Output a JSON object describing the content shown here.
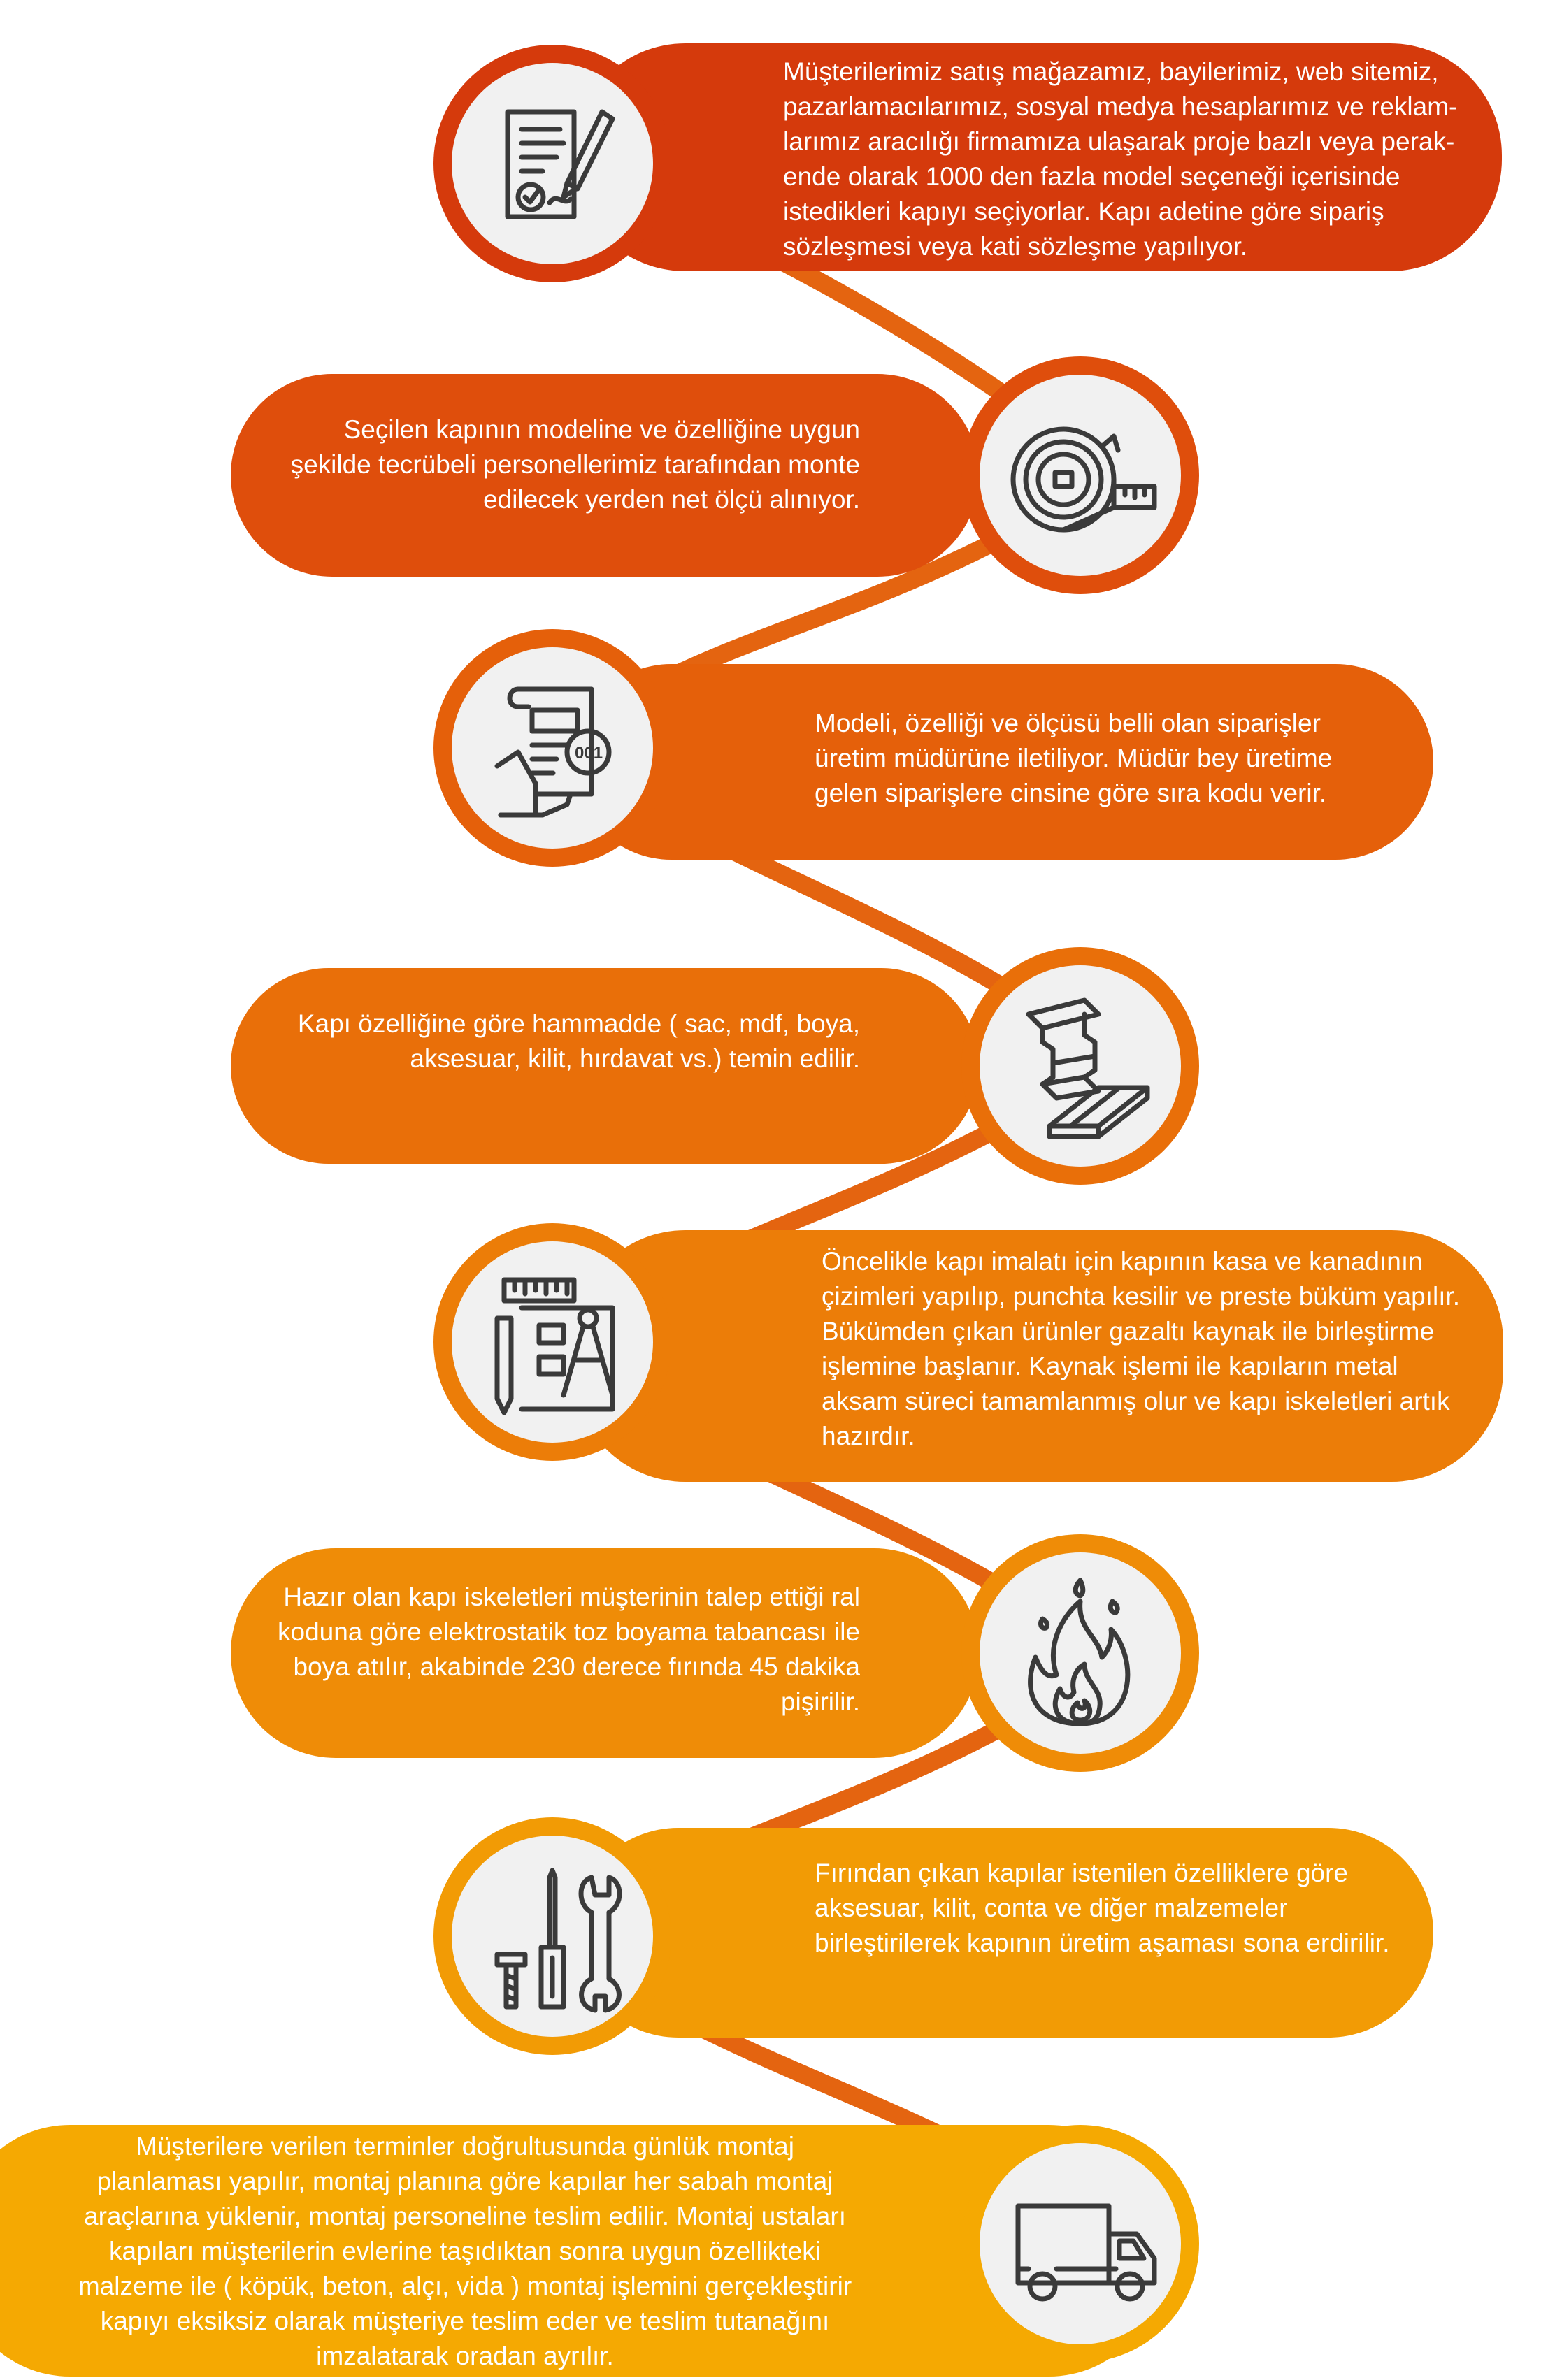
{
  "colors": {
    "step1": "#d53a0c",
    "step2": "#df4e0c",
    "step3": "#e5600a",
    "step4": "#e96f09",
    "step5": "#ec7d08",
    "step6": "#ef8c07",
    "step7": "#f29b05",
    "step8": "#f5a902",
    "node_fill": "#f1f1f1",
    "icon_stroke": "#3a3a3a"
  },
  "steps": [
    {
      "icon": "contract-signing-icon",
      "text": "Müşterilerimiz satış mağazamız, bayilerimiz, web sitemiz, pazarlamacılarımız, sosyal medya hesaplarımız ve reklam-larımız aracılığı firmamıza ulaşarak proje bazlı veya perak-ende olarak 1000 den fazla model seçeneği içerisinde istedikleri kapıyı seçiyorlar. Kapı adetine göre sipariş sözleşmesi veya kati sözleşme yapılıyor."
    },
    {
      "icon": "tape-measure-icon",
      "text": "Seçilen kapının modeline ve özelliğine uygun şekilde tecrübeli personellerimiz tarafından monte edilecek yerden net ölçü alınıyor."
    },
    {
      "icon": "order-code-icon",
      "icon_label": "001",
      "text": "Modeli, özelliği ve ölçüsü belli olan siparişler üretim müdürüne iletiliyor. Müdür bey üretime gelen siparişlere cinsine göre sıra kodu verir."
    },
    {
      "icon": "steel-beam-icon",
      "text": "Kapı özelliğine göre hammadde ( sac, mdf, boya, aksesuar, kilit, hırdavat vs.) temin edilir."
    },
    {
      "icon": "drafting-tools-icon",
      "text": "Öncelikle kapı imalatı için kapının kasa ve kanadının çizimleri yapılıp, punchta kesilir ve preste büküm yapılır. Bükümden çıkan ürünler gazaltı kaynak ile birleştirme işlemine başlanır. Kaynak işlemi ile kapıların metal aksam süreci tamamlanmış olur ve kapı iskeletleri artık hazırdır."
    },
    {
      "icon": "fire-icon",
      "text": "Hazır olan kapı iskeletleri müşterinin talep ettiği ral koduna göre elektrostatik toz boyama tabancası ile boya atılır, akabinde 230 derece fırında 45 dakika pişirilir."
    },
    {
      "icon": "tools-icon",
      "text": "Fırından çıkan kapılar istenilen özelliklere göre aksesuar, kilit, conta ve diğer malzemeler birleştirilerek kapının üretim aşaması sona erdirilir."
    },
    {
      "icon": "delivery-truck-icon",
      "text": "Müşterilere verilen terminler doğrultusunda günlük montaj planlaması yapılır, montaj planına göre kapılar her sabah montaj araçlarına yüklenir, montaj personeline teslim edilir. Montaj ustaları kapıları müşterilerin evlerine taşıdıktan sonra uygun özellikteki malzeme ile ( köpük, beton, alçı, vida ) montaj işlemini gerçekleştirir kapıyı eksiksiz olarak müşteriye teslim eder ve teslim tutanağını imzalatarak oradan ayrılır."
    }
  ]
}
